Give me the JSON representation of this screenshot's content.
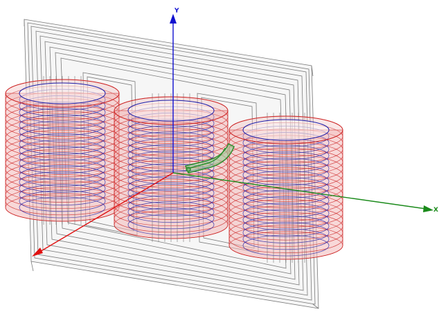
{
  "viewport": {
    "background": "#ffffff"
  },
  "axes": {
    "x": {
      "label": "X",
      "color": "#1a8a1a"
    },
    "y": {
      "label": "Y",
      "color": "#1010d0"
    },
    "z": {
      "label": "",
      "color": "#e01010"
    }
  },
  "model": {
    "core_color": "#7a7a7a",
    "core_fill": "#eeeeee",
    "coil_outer_color": "#cc2222",
    "coil_outer_fill": "#f2b8b8",
    "coil_inner_color": "#2222aa",
    "highlight_color": "#2f8f2f",
    "coil_count": 3
  }
}
